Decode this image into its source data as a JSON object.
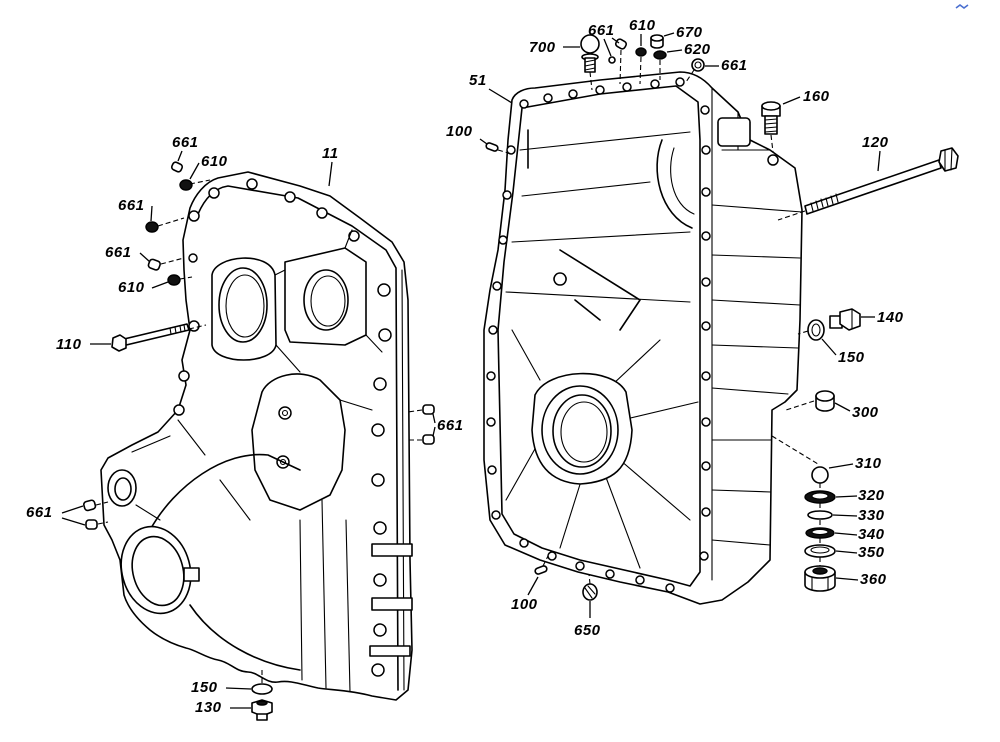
{
  "diagram": {
    "callouts": [
      {
        "label": "700"
      },
      {
        "label": "661"
      },
      {
        "label": "610"
      },
      {
        "label": "670"
      },
      {
        "label": "620"
      },
      {
        "label": "661"
      },
      {
        "label": "51"
      },
      {
        "label": "160"
      },
      {
        "label": "100"
      },
      {
        "label": "120"
      },
      {
        "label": "661"
      },
      {
        "label": "11"
      },
      {
        "label": "610"
      },
      {
        "label": "661"
      },
      {
        "label": "661"
      },
      {
        "label": "610"
      },
      {
        "label": "140"
      },
      {
        "label": "110"
      },
      {
        "label": "150"
      },
      {
        "label": "300"
      },
      {
        "label": "661"
      },
      {
        "label": "310"
      },
      {
        "label": "320"
      },
      {
        "label": "330"
      },
      {
        "label": "340"
      },
      {
        "label": "350"
      },
      {
        "label": "360"
      },
      {
        "label": "661"
      },
      {
        "label": "100"
      },
      {
        "label": "650"
      },
      {
        "label": "150"
      },
      {
        "label": "130"
      }
    ]
  },
  "colors": {
    "line": "#000000",
    "background": "#ffffff",
    "corner_mark": "#4a6fd0"
  }
}
